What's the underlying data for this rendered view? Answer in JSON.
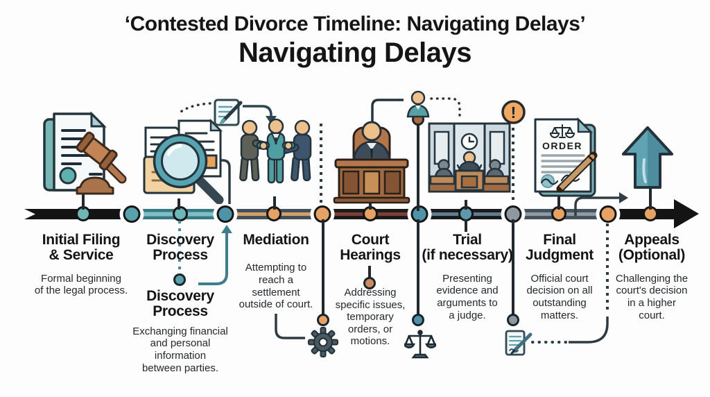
{
  "header": {
    "title": "‘Contested Divorce Timeline: Navigating Delays’",
    "subtitle": "Navigating Delays"
  },
  "stages": [
    {
      "name": "initial-filing-service",
      "title": "Initial Filing\n& Service",
      "description": "Formal beginning\nof the legal process.",
      "icon": "document-gavel-icon"
    },
    {
      "name": "discovery-process",
      "title": "Discovery\nProcess",
      "icon": "documents-magnifier-icon",
      "repeat_title": "Discovery\nProcess",
      "repeat_description": "Exchanging financial\nand personal\ninformation\nbetween parties."
    },
    {
      "name": "mediation",
      "title": "Mediation",
      "description": "Attempting to\nreach a\nsettlement\noutside of court.",
      "icon": "handshake-figures-icon"
    },
    {
      "name": "court-hearings",
      "title": "Court\nHearings",
      "description": "Addressing\nspecific issues,\ntemporary\norders, or\nmotions.",
      "icon": "judge-bench-icon"
    },
    {
      "name": "trial",
      "title": "Trial\n(if necessary)",
      "description": "Presenting\nevidence and\narguments to\na judge.",
      "icon": "courtroom-icon"
    },
    {
      "name": "final-judgment",
      "title": "Final\nJudgment",
      "description": "Official court\ndecision on all\noutstanding\nmatters.",
      "icon": "order-document-icon",
      "icon_label": "ORDER"
    },
    {
      "name": "appeals",
      "title": "Appeals\n(Optional)",
      "description": "Challenging the\ncourt's decision\nin a higher\ncourt.",
      "icon": "up-arrow-icon"
    }
  ],
  "glyphs": {
    "exclamation": "!"
  },
  "decorations": [
    "note-pencil-icon",
    "person-icon",
    "exclamation-icon",
    "gear-icon",
    "scales-icon",
    "document-pen-icon",
    "curved-arrow-connectors"
  ],
  "palette": {
    "timeline_black": "#141414",
    "teal": "#57a2ac",
    "teal_dark": "#3f7d8c",
    "orange": "#e5a263",
    "slate": "#42505a",
    "maroon_stripe": "#7c3f38",
    "steel_blue_stripe": "#5e7e93",
    "gray": "#8d98a0",
    "tan_stripe": "#d3a06a",
    "text": "#1a1a1a"
  }
}
